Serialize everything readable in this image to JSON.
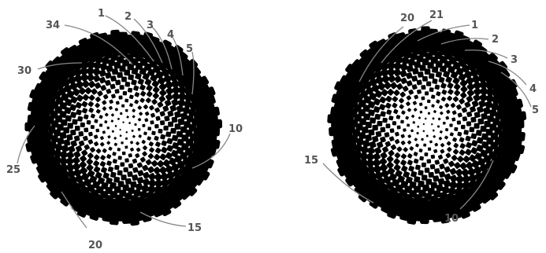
{
  "colors": {
    "seed": "#000000",
    "label": "#555555",
    "leader": "#888888",
    "background": "#ffffff"
  },
  "diagrams": [
    {
      "labels": [
        {
          "text": "34"
        },
        {
          "text": "1"
        },
        {
          "text": "2"
        },
        {
          "text": "3"
        },
        {
          "text": "4"
        },
        {
          "text": "5"
        },
        {
          "text": "30"
        },
        {
          "text": "10"
        },
        {
          "text": "25"
        },
        {
          "text": "15"
        },
        {
          "text": "20"
        }
      ]
    },
    {
      "labels": [
        {
          "text": "20"
        },
        {
          "text": "21"
        },
        {
          "text": "1"
        },
        {
          "text": "2"
        },
        {
          "text": "3"
        },
        {
          "text": "4"
        },
        {
          "text": "5"
        },
        {
          "text": "15"
        },
        {
          "text": "10"
        }
      ]
    }
  ]
}
